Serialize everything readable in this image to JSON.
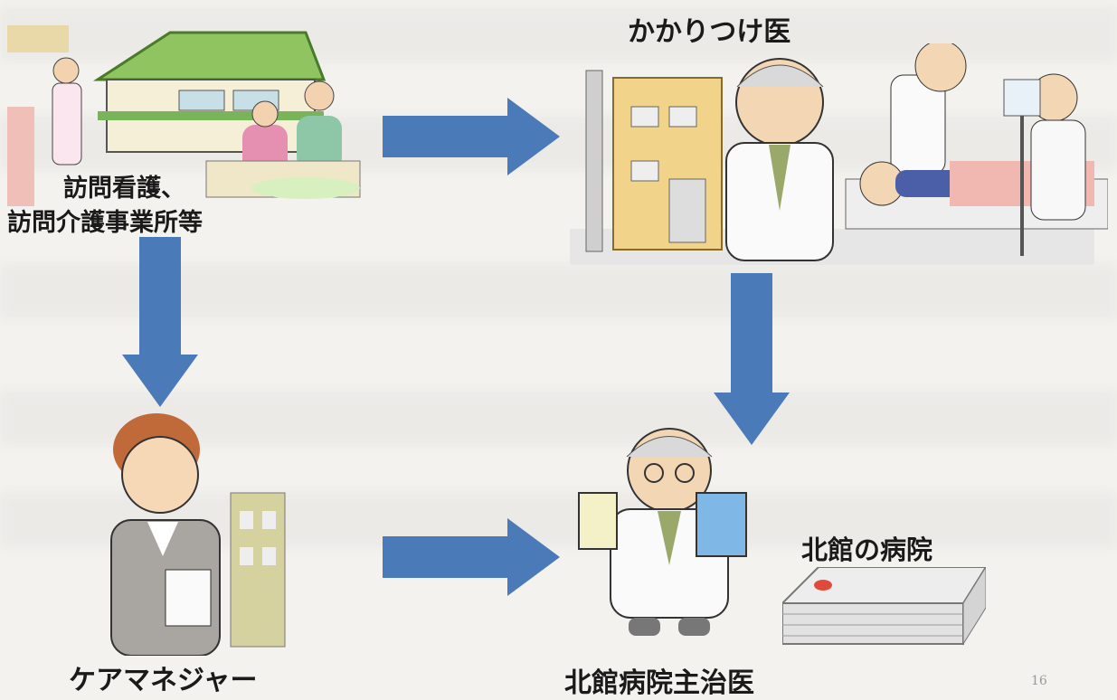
{
  "nodes": {
    "visiting_care": {
      "line1": "訪問看護、",
      "line2": "訪問介護事業所等",
      "icon": "care-home-icon"
    },
    "family_doctor": {
      "label": "かかりつけ医",
      "icon": "clinic-doctor-icon"
    },
    "care_manager": {
      "label": "ケアマネジャー",
      "icon": "care-manager-icon"
    },
    "hospital_doctor": {
      "label": "北館病院主治医",
      "icon": "hospital-doctor-icon"
    },
    "hospital": {
      "label": "北館の病院",
      "icon": "hospital-building-icon"
    }
  },
  "page_number": "16",
  "colors": {
    "arrow": "#4a7ab8",
    "arrow_dark": "#2f5f9e"
  }
}
